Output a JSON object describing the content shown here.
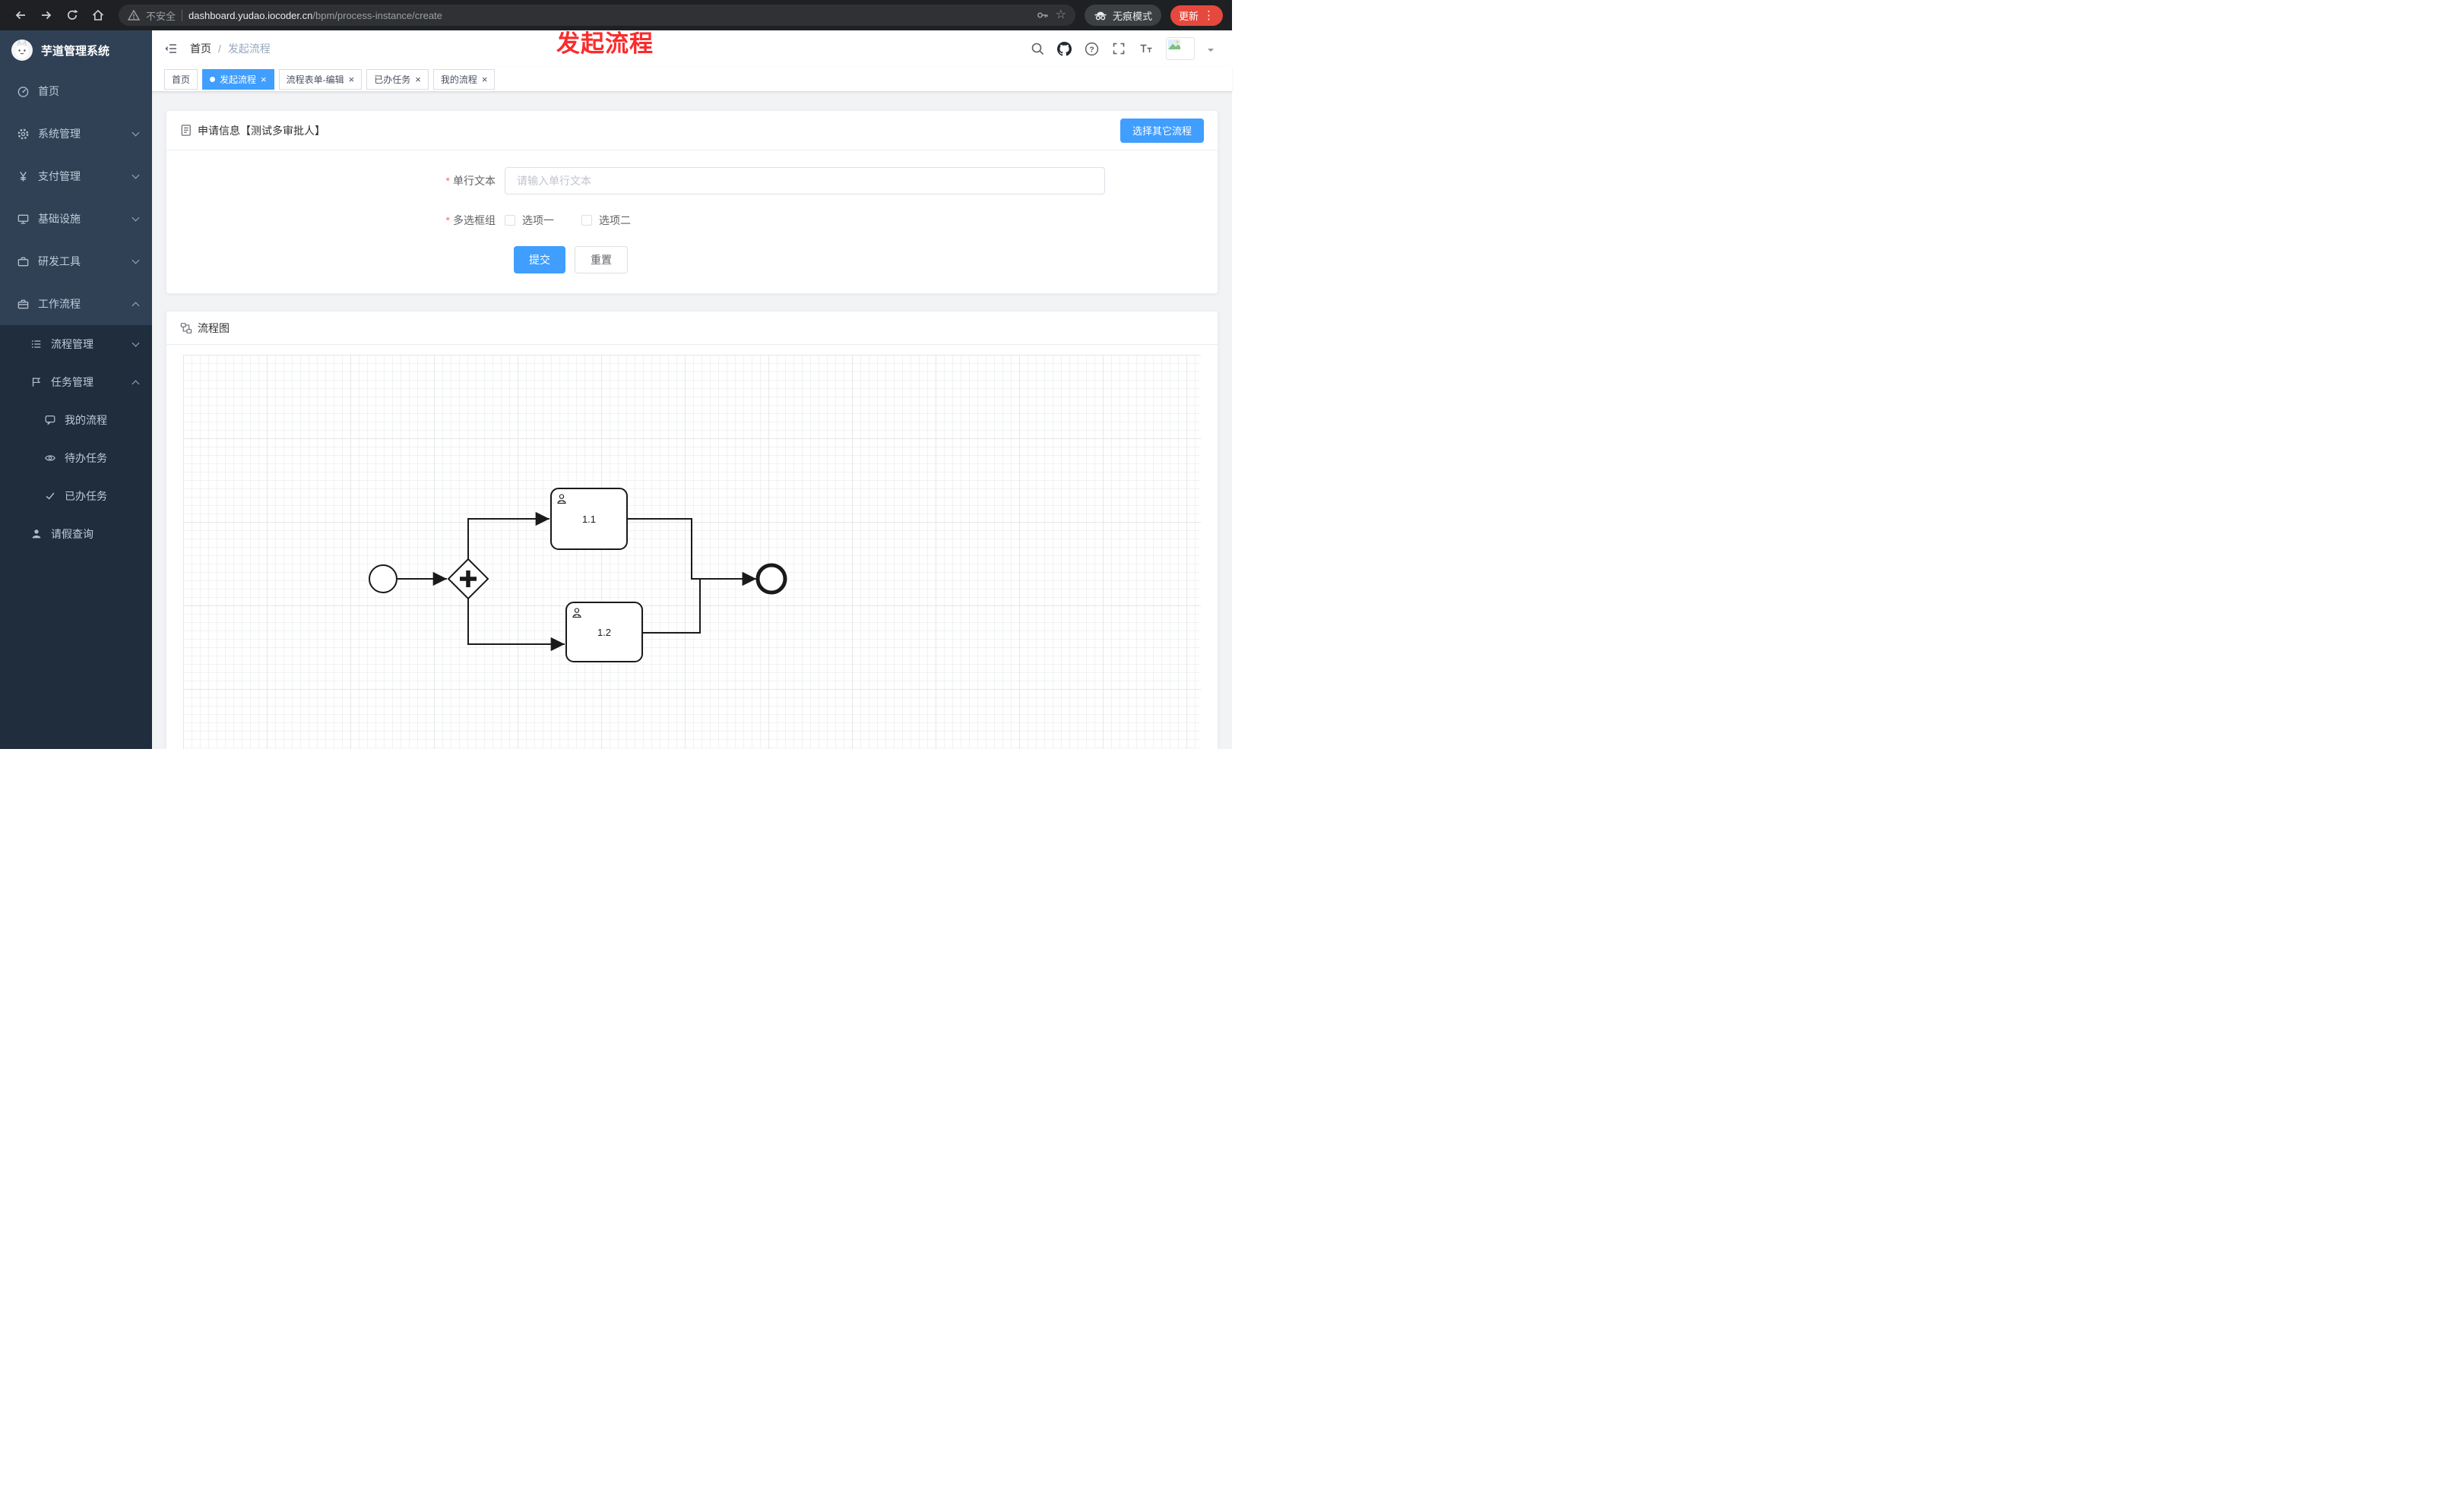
{
  "browser": {
    "security_label": "不安全",
    "url_host": "dashboard.yudao.iocoder.cn",
    "url_path": "/bpm/process-instance/create",
    "incognito_label": "无痕模式",
    "update_label": "更新"
  },
  "annotation": {
    "text": "发起流程",
    "color": "#fb2b2b"
  },
  "glyphs": {
    "close": "×",
    "breadcrumb_separator": "/",
    "required_mark": "*",
    "kebab": "⋮",
    "star": "☆",
    "question": "?"
  },
  "colors": {
    "accent": "#409eff",
    "sidebar_bg": "#304156",
    "submenu_bg": "#1f2d3d",
    "update_button": "#e5493d",
    "annotation": "#fb2b2b"
  },
  "sidebar": {
    "logo_title": "芋道管理系统",
    "items": [
      {
        "label": "首页"
      },
      {
        "label": "系统管理"
      },
      {
        "label": "支付管理"
      },
      {
        "label": "基础设施"
      },
      {
        "label": "研发工具"
      },
      {
        "label": "工作流程"
      }
    ],
    "submenu": [
      {
        "label": "流程管理"
      },
      {
        "label": "任务管理"
      },
      {
        "label": "我的流程"
      },
      {
        "label": "待办任务"
      },
      {
        "label": "已办任务"
      },
      {
        "label": "请假查询"
      }
    ]
  },
  "header": {
    "breadcrumb": [
      {
        "label": "首页"
      },
      {
        "label": "发起流程"
      }
    ]
  },
  "tabs": [
    {
      "label": "首页",
      "active": false,
      "closable": false
    },
    {
      "label": "发起流程",
      "active": true,
      "closable": true
    },
    {
      "label": "流程表单-编辑",
      "active": false,
      "closable": true
    },
    {
      "label": "已办任务",
      "active": false,
      "closable": true
    },
    {
      "label": "我的流程",
      "active": false,
      "closable": true
    }
  ],
  "form_card": {
    "title": "申请信息【测试多审批人】",
    "select_other_label": "选择其它流程",
    "fields": [
      {
        "label": "单行文本",
        "required": true,
        "placeholder": "请输入单行文本",
        "value": ""
      },
      {
        "label": "多选框组",
        "required": true,
        "options": [
          {
            "label": "选项一",
            "checked": false
          },
          {
            "label": "选项二",
            "checked": false
          }
        ]
      }
    ],
    "submit_label": "提交",
    "reset_label": "重置"
  },
  "diagram_card": {
    "title": "流程图",
    "bpmn": {
      "start_event": "start",
      "gateway": "parallel",
      "tasks": [
        {
          "label": "1.1"
        },
        {
          "label": "1.2"
        }
      ],
      "end_event": "end"
    }
  }
}
